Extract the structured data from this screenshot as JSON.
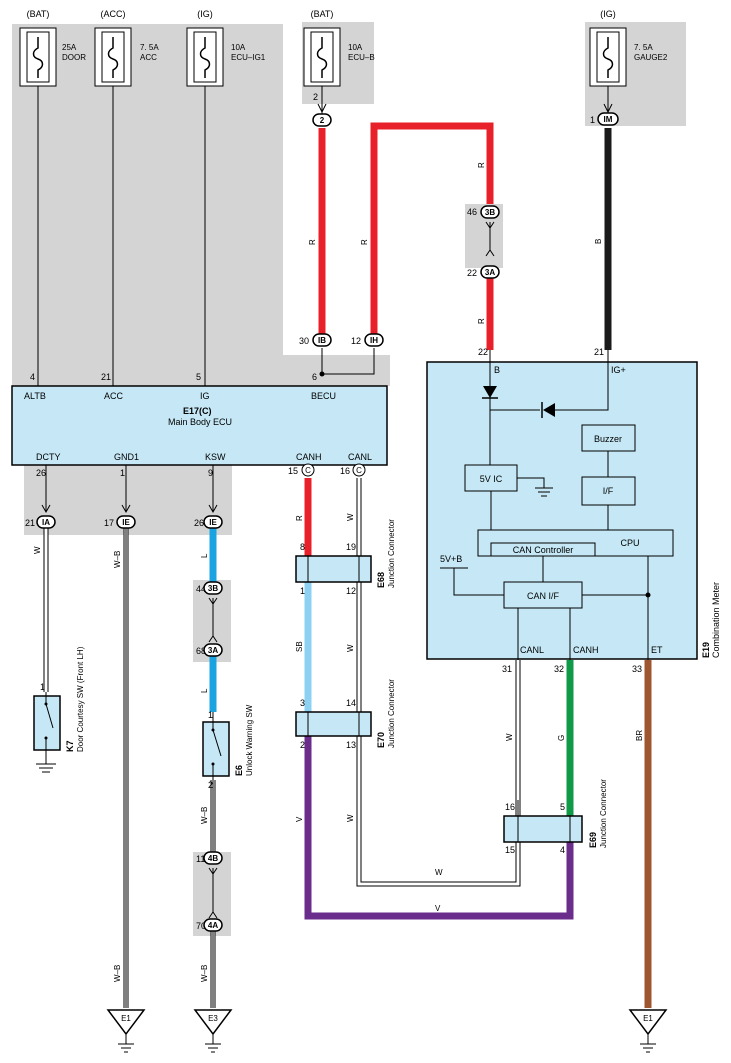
{
  "fuses": [
    {
      "supply": "(BAT)",
      "rating": "25A",
      "name": "DOOR"
    },
    {
      "supply": "(ACC)",
      "rating": "7. 5A",
      "name": "ACC"
    },
    {
      "supply": "(IG)",
      "rating": "10A",
      "name": "ECU–IG1"
    },
    {
      "supply": "(BAT)",
      "rating": "10A",
      "name": "ECU–B"
    },
    {
      "supply": "(IG)",
      "rating": "7. 5A",
      "name": "GAUGE2"
    }
  ],
  "ecu": {
    "code": "E17(C)",
    "name": "Main Body ECU",
    "top_pins": [
      {
        "num": "4",
        "label": "ALTB"
      },
      {
        "num": "21",
        "label": "ACC"
      },
      {
        "num": "5",
        "label": "IG"
      },
      {
        "num": "6",
        "label": "BECU"
      }
    ],
    "bottom_pins": [
      {
        "num": "26",
        "label": "DCTY"
      },
      {
        "num": "1",
        "label": "GND1"
      },
      {
        "num": "9",
        "label": "KSW"
      },
      {
        "num": "15",
        "label": "CANH",
        "conn": "C"
      },
      {
        "num": "16",
        "label": "CANL",
        "conn": "C"
      }
    ]
  },
  "connectors": [
    {
      "pin": "2",
      "id": "2"
    },
    {
      "pin": "1",
      "id": "IM"
    },
    {
      "pin": "30",
      "id": "IB"
    },
    {
      "pin": "12",
      "id": "IH"
    },
    {
      "pin": "46",
      "id": "3B"
    },
    {
      "pin": "22",
      "id": "3A"
    },
    {
      "pin": "21",
      "id": "IA"
    },
    {
      "pin": "17",
      "id": "IE"
    },
    {
      "pin": "26",
      "id": "IE"
    },
    {
      "pin": "44",
      "id": "3B"
    },
    {
      "pin": "68",
      "id": "3A"
    },
    {
      "pin": "11",
      "id": "4B"
    },
    {
      "pin": "70",
      "id": "4A"
    }
  ],
  "wire_colors": [
    "R",
    "R",
    "R",
    "R",
    "B",
    "W",
    "W–B",
    "L",
    "L",
    "W–B",
    "W–B",
    "W–B",
    "R",
    "W",
    "SB",
    "W",
    "V",
    "W",
    "W",
    "G",
    "BR",
    "W",
    "V"
  ],
  "meter": {
    "code": "E19",
    "name": "Combination Meter",
    "pins": [
      {
        "num": "22",
        "label": "B"
      },
      {
        "num": "21",
        "label": "IG+"
      },
      {
        "num": "31",
        "label": "CANL"
      },
      {
        "num": "32",
        "label": "CANH"
      },
      {
        "num": "33",
        "label": "ET"
      }
    ],
    "blocks": {
      "buzzer": "Buzzer",
      "ic": "5V IC",
      "if": "I/F",
      "cpu": "CPU",
      "can_ctrl": "CAN Controller",
      "can_if": "CAN I/F",
      "fivevb": "5V+B"
    }
  },
  "junctions": [
    {
      "code": "E68",
      "name": "Junction Connector",
      "pins": [
        "8",
        "19",
        "1",
        "12"
      ]
    },
    {
      "code": "E70",
      "name": "Junction Connector",
      "pins": [
        "3",
        "14",
        "2",
        "13"
      ]
    },
    {
      "code": "E69",
      "name": "Junction Connector",
      "pins": [
        "16",
        "5",
        "15",
        "4"
      ]
    }
  ],
  "switches": [
    {
      "code": "K7",
      "name": "Door Courtesy SW (Front LH)",
      "pins": [
        "1"
      ]
    },
    {
      "code": "E6",
      "name": "Unlock Warning SW",
      "pins": [
        "1",
        "2"
      ]
    }
  ],
  "grounds": [
    "E1",
    "E3",
    "E1"
  ],
  "colors": {
    "red": "#e8202a",
    "black": "#1a1a1a",
    "blue": "#1aa3e0",
    "lightblue": "#8dd1f2",
    "purple": "#6a2d8c",
    "green": "#0f9a48",
    "brown": "#9e5530",
    "gray": "#d4d4d4",
    "box": "#c6e8f6"
  }
}
